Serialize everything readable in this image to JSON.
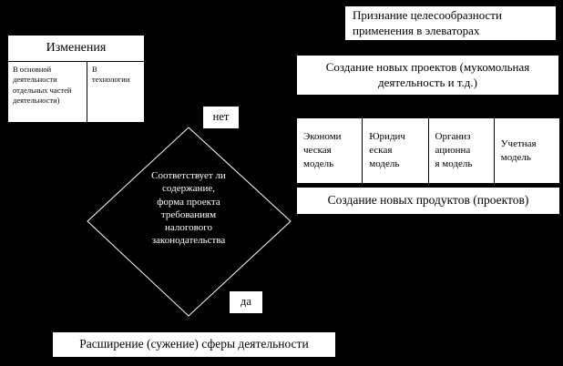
{
  "canvas": {
    "background_color": "#000000",
    "box_background_color": "#ffffff",
    "box_text_color": "#000000",
    "diamond_outline_color": "#ffffff",
    "diamond_text_color": "#ffffff"
  },
  "boxes": {
    "recognition": "Признание целесообразности\nприменения в элеваторах",
    "new_projects": "Создание новых проектов (мукомольная деятельность и т.д.)",
    "new_products": "Создание новых продуктов (проектов)",
    "expansion": "Расширение (сужение) сферы деятельности"
  },
  "changes_table": {
    "title": "Изменения",
    "cells": [
      "В основной\nдеятельности\nотдельных частей\nдеятельности)",
      "В\nтехнологии"
    ]
  },
  "models": [
    "Экономи\nческая\nмодель",
    "Юридич\nеская\nмодель",
    "Организ\nационна\nя модель",
    "Учетная\nмодель"
  ],
  "decision": {
    "text": "Соответствует ли\nсодержание,\nформа проекта\nтребованиям\nналогового\nзаконодательства",
    "no_label": "нет",
    "yes_label": "да"
  }
}
